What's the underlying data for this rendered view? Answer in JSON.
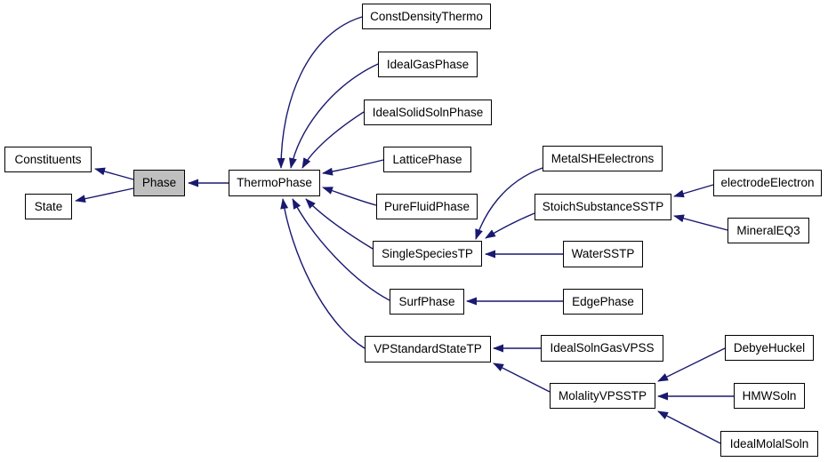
{
  "diagram": {
    "type": "class-inheritance-graph",
    "selected_node": "Phase",
    "colors": {
      "background": "#ffffff",
      "edge": "#191970",
      "node_border": "#000000",
      "node_fill": "#ffffff",
      "selected_node_fill": "#bfbfbf",
      "text": "#000000"
    },
    "nodes": {
      "constituents": "Constituents",
      "state": "State",
      "phase": "Phase",
      "thermophase": "ThermoPhase",
      "constdensitythermo": "ConstDensityThermo",
      "idealgasphase": "IdealGasPhase",
      "idealsolidsolnphase": "IdealSolidSolnPhase",
      "latticephase": "LatticePhase",
      "purefluidphase": "PureFluidPhase",
      "singlespeciestp": "SingleSpeciesTP",
      "surfphase": "SurfPhase",
      "vpstandardstatetp": "VPStandardStateTP",
      "metalsheelectrons": "MetalSHEelectrons",
      "stoichsubstancesstp": "StoichSubstanceSSTP",
      "electrodeelectron": "electrodeElectron",
      "mineraleq3": "MineralEQ3",
      "watersstp": "WaterSSTP",
      "edgephase": "EdgePhase",
      "idealsolngasvpss": "IdealSolnGasVPSS",
      "molalityvpsstp": "MolalityVPSSTP",
      "debyehuckel": "DebyeHuckel",
      "hmwsoln": "HMWSoln",
      "idealmolalsoln": "IdealMolalSoln"
    },
    "edges": [
      {
        "from": "Phase",
        "to": "Constituents"
      },
      {
        "from": "Phase",
        "to": "State"
      },
      {
        "from": "ThermoPhase",
        "to": "Phase"
      },
      {
        "from": "ConstDensityThermo",
        "to": "ThermoPhase"
      },
      {
        "from": "IdealGasPhase",
        "to": "ThermoPhase"
      },
      {
        "from": "IdealSolidSolnPhase",
        "to": "ThermoPhase"
      },
      {
        "from": "LatticePhase",
        "to": "ThermoPhase"
      },
      {
        "from": "PureFluidPhase",
        "to": "ThermoPhase"
      },
      {
        "from": "SingleSpeciesTP",
        "to": "ThermoPhase"
      },
      {
        "from": "SurfPhase",
        "to": "ThermoPhase"
      },
      {
        "from": "VPStandardStateTP",
        "to": "ThermoPhase"
      },
      {
        "from": "MetalSHEelectrons",
        "to": "SingleSpeciesTP"
      },
      {
        "from": "StoichSubstanceSSTP",
        "to": "SingleSpeciesTP"
      },
      {
        "from": "WaterSSTP",
        "to": "SingleSpeciesTP"
      },
      {
        "from": "electrodeElectron",
        "to": "StoichSubstanceSSTP"
      },
      {
        "from": "MineralEQ3",
        "to": "StoichSubstanceSSTP"
      },
      {
        "from": "EdgePhase",
        "to": "SurfPhase"
      },
      {
        "from": "IdealSolnGasVPSS",
        "to": "VPStandardStateTP"
      },
      {
        "from": "MolalityVPSSTP",
        "to": "VPStandardStateTP"
      },
      {
        "from": "DebyeHuckel",
        "to": "MolalityVPSSTP"
      },
      {
        "from": "HMWSoln",
        "to": "MolalityVPSSTP"
      },
      {
        "from": "IdealMolalSoln",
        "to": "MolalityVPSSTP"
      }
    ]
  }
}
